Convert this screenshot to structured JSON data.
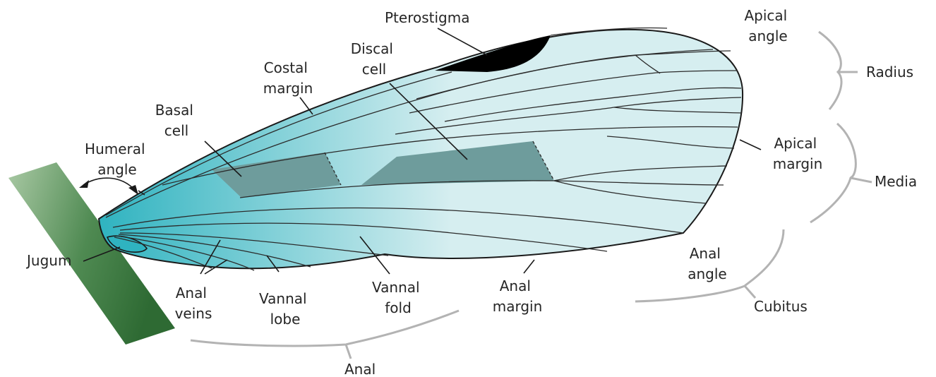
{
  "labels": {
    "pterostigma": "Pterostigma",
    "apical_angle": [
      "Apical",
      "angle"
    ],
    "discal_cell": [
      "Discal",
      "cell"
    ],
    "costal_margin": [
      "Costal",
      "margin"
    ],
    "radius": "Radius",
    "basal_cell": [
      "Basal",
      "cell"
    ],
    "humeral_angle": [
      "Humeral",
      "angle"
    ],
    "apical_margin": [
      "Apical",
      "margin"
    ],
    "media": "Media",
    "jugum": "Jugum",
    "anal_angle": [
      "Anal",
      "angle"
    ],
    "anal_veins": [
      "Anal",
      "veins"
    ],
    "vannal_lobe": [
      "Vannal",
      "lobe"
    ],
    "vannal_fold": [
      "Vannal",
      "fold"
    ],
    "anal_margin": [
      "Anal",
      "margin"
    ],
    "cubitus": "Cubitus",
    "anal": "Anal"
  },
  "colors": {
    "wing_base": "#2fb3c0",
    "wing_tip": "#d6eef0",
    "cell_shade": "#6e9c9c",
    "pterostigma": "#000000",
    "thorax_light": "#a9c9a4",
    "thorax_dark": "#2e6a33",
    "brace": "#b3b3b3"
  }
}
